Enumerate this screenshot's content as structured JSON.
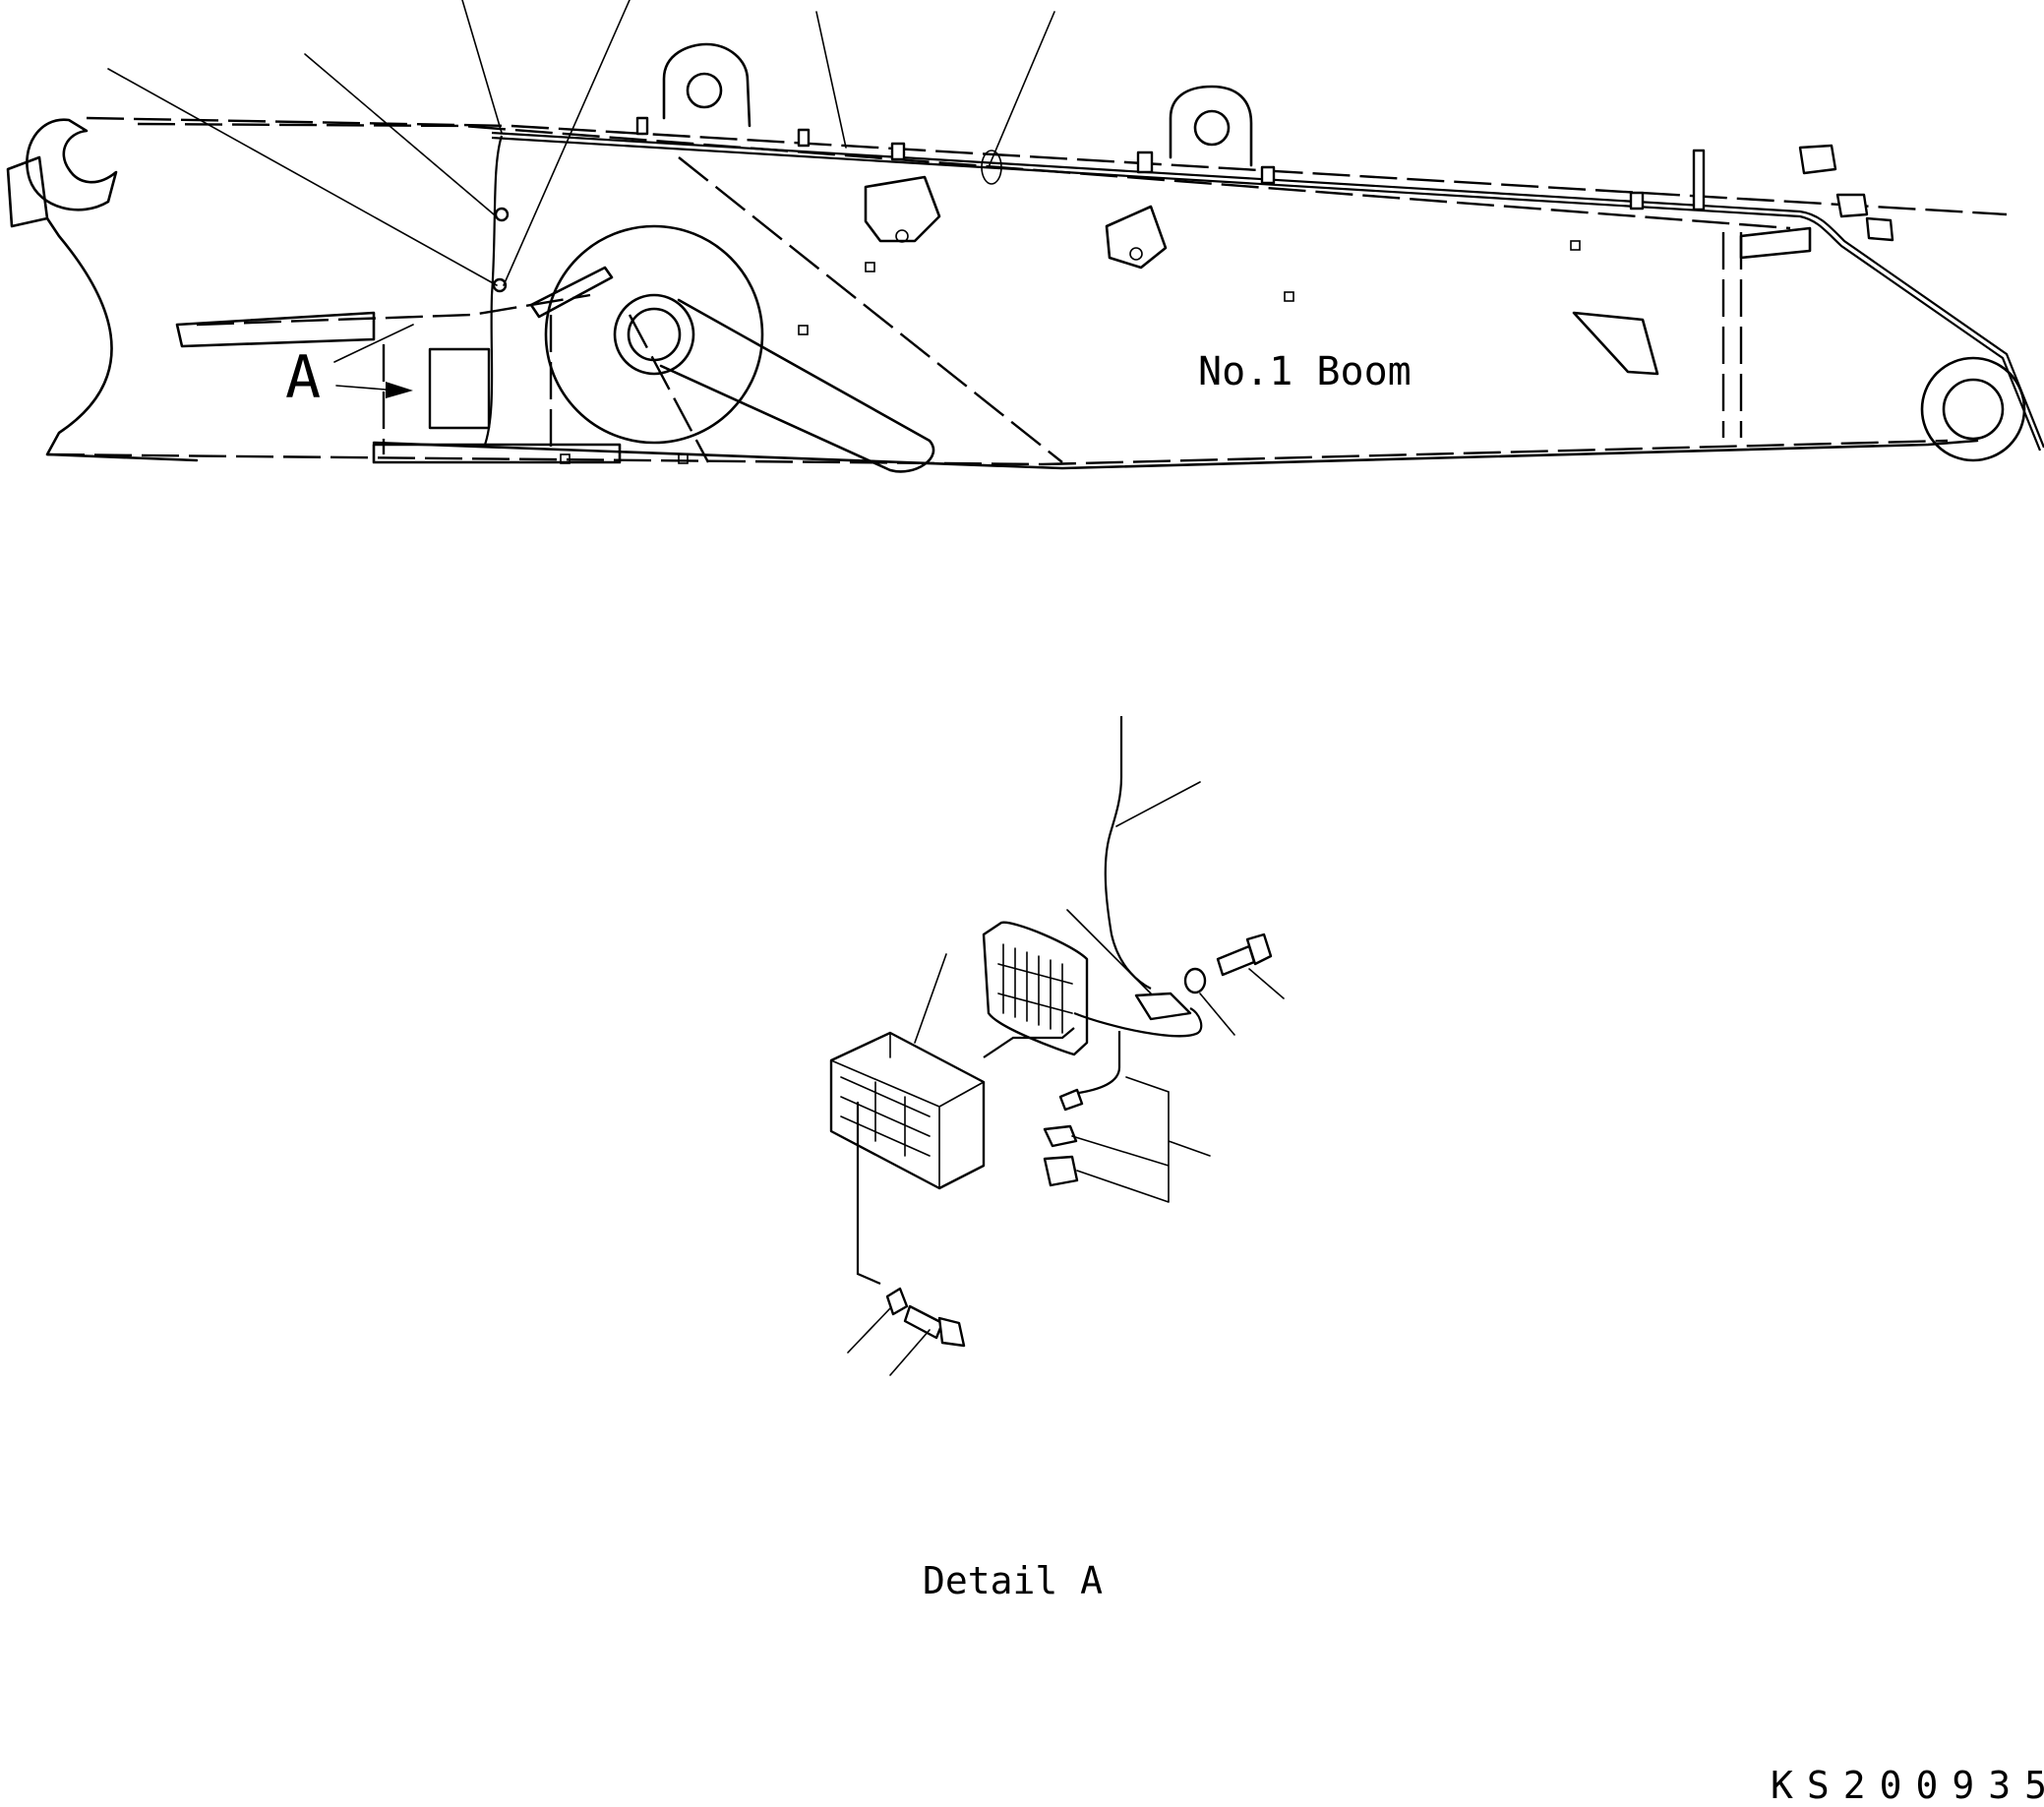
{
  "drawing": {
    "boom_label": "No.1 Boom",
    "view_marker": "A",
    "detail_caption": "Detail A",
    "drawing_number": "KS200935"
  },
  "icons": {
    "view_arrow": "arrow-right-icon"
  }
}
